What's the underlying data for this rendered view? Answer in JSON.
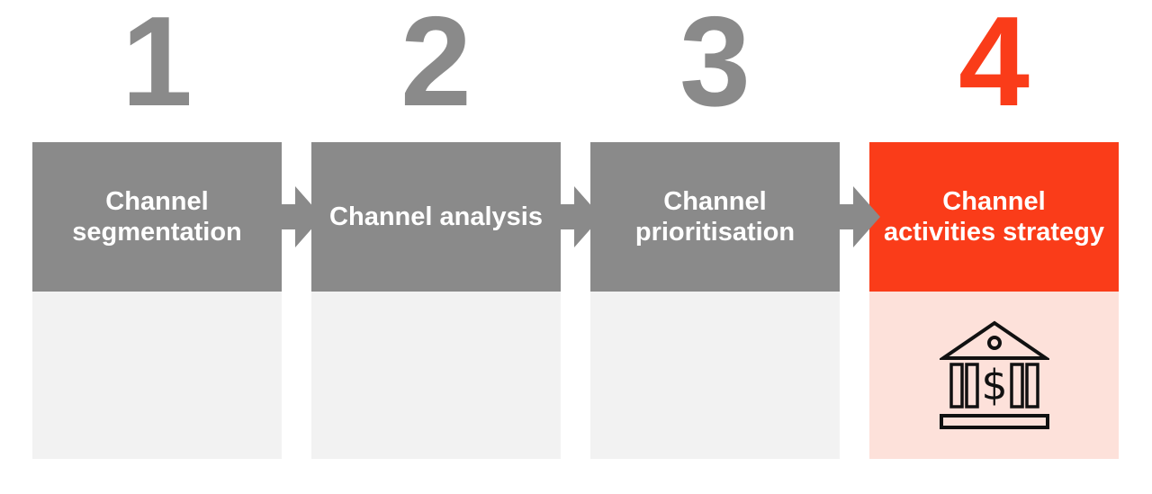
{
  "steps": [
    {
      "number": "1",
      "title": "Channel segmentation",
      "title_lines": [
        "Channel",
        "segmentation"
      ]
    },
    {
      "number": "2",
      "title": "Channel analysis",
      "title_lines": [
        "Channel analysis"
      ]
    },
    {
      "number": "3",
      "title": "Channel prioritisation",
      "title_lines": [
        "Channel",
        "prioritisation"
      ]
    },
    {
      "number": "4",
      "title": "Channel activities strategy",
      "title_lines": [
        "Channel",
        "activities strategy"
      ],
      "icon": "bank-money-icon",
      "icon_symbol": "$"
    }
  ],
  "colors": {
    "step_gray": "#8A8A8A",
    "active_red": "#FA3C19",
    "body_gray": "#F2F2F2",
    "body_pink": "#FDE1DA",
    "header_text": "#FFFFFF",
    "icon_stroke": "#111111"
  }
}
